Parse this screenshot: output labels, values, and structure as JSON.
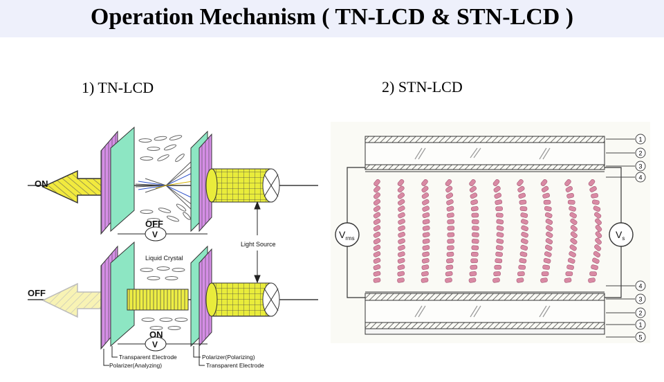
{
  "title": "Operation Mechanism ( TN-LCD & STN-LCD )",
  "tn": {
    "heading": "1) TN-LCD",
    "on": "ON",
    "off": "OFF",
    "off_meter": "OFF",
    "on_meter": "ON",
    "meter_v": "V",
    "light_source": "Light Source",
    "liquid_crystal": "Liquid Crystal",
    "transparent_electrode_left": "Transparent Electrode",
    "polarizer_analyzing": "Polarizer(Analyzing)",
    "polarizer_polarizing": "Polarizer(Polarizing)",
    "transparent_electrode_right": "Transparent Electrode"
  },
  "stn": {
    "heading": "2) STN-LCD",
    "vrms_main": "V",
    "vrms_sub": "rms",
    "vs_main": "V",
    "vs_sub": "s",
    "layer_labels_top": [
      "1",
      "2",
      "3",
      "4"
    ],
    "layer_labels_bottom": [
      "4",
      "3",
      "2",
      "1",
      "5"
    ]
  },
  "colors": {
    "polarizer": "#d58ee6",
    "electrode": "#8de6c3",
    "arrow": "#f2ea3e",
    "light": "#e9ec3b",
    "crystal": "#d98aa4"
  }
}
